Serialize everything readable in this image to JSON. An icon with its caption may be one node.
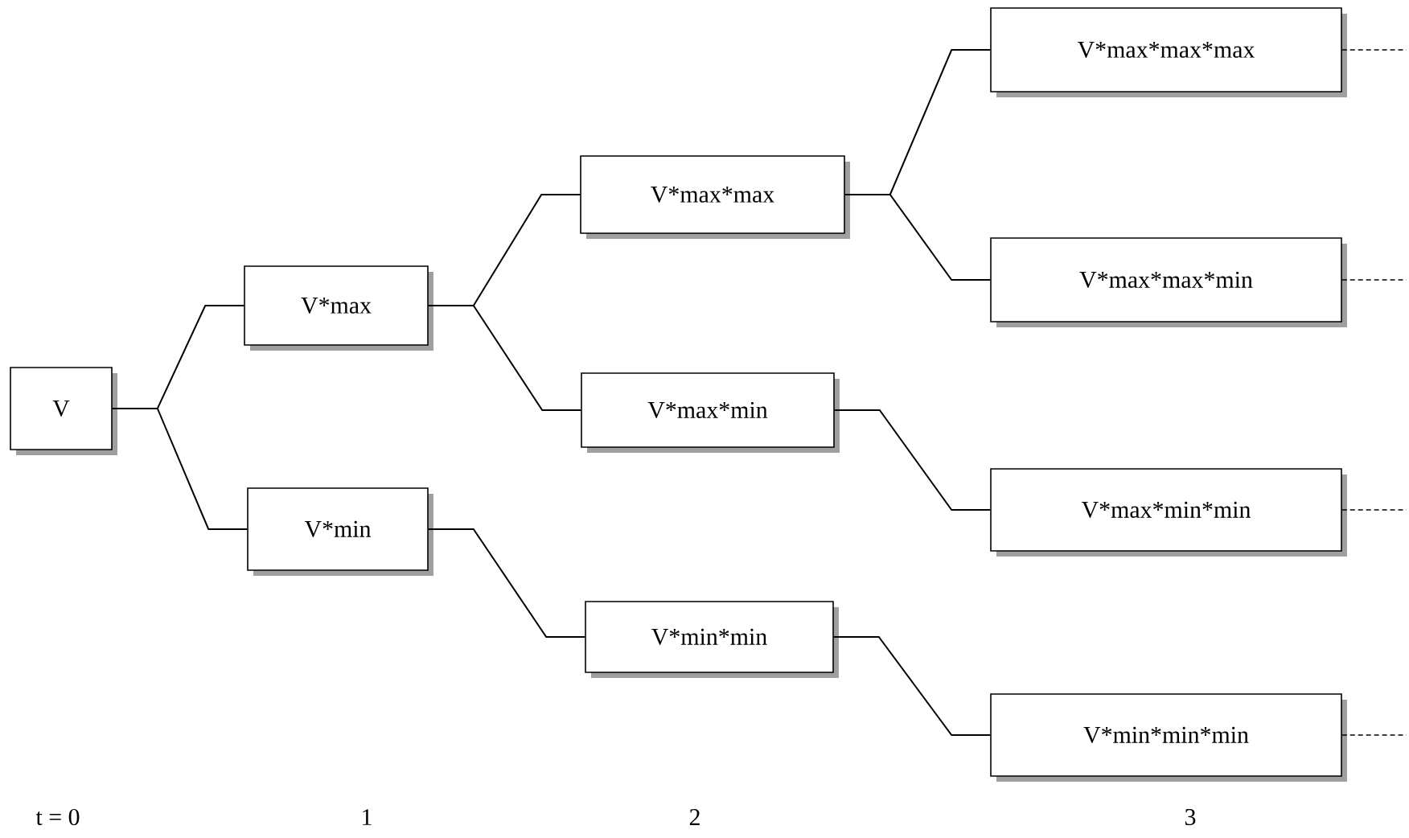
{
  "diagram": {
    "nodes": [
      {
        "text": [
          "V"
        ]
      },
      {
        "text": [
          "V*max"
        ]
      },
      {
        "text": [
          "V*min"
        ]
      },
      {
        "text": [
          "V*max*max"
        ]
      },
      {
        "text": [
          "V*max*min"
        ]
      },
      {
        "text": [
          "V*min*min"
        ]
      },
      {
        "text": [
          "V*max*max*max"
        ]
      },
      {
        "text": [
          "V*max*max*min"
        ]
      },
      {
        "text": [
          "V*max*min*min"
        ]
      },
      {
        "text": [
          "V*min*min*min"
        ]
      }
    ],
    "edges": [
      {
        "from": 0,
        "to": 1,
        "arrow": "none"
      },
      {
        "from": 0,
        "to": 2,
        "arrow": "none"
      },
      {
        "from": 1,
        "to": 3,
        "arrow": "none"
      },
      {
        "from": 1,
        "to": 4,
        "arrow": "none"
      },
      {
        "from": 2,
        "to": 5,
        "arrow": "none"
      },
      {
        "from": 3,
        "to": 6,
        "arrow": "none"
      },
      {
        "from": 3,
        "to": 7,
        "arrow": "none"
      },
      {
        "from": 4,
        "to": 8,
        "arrow": "none"
      },
      {
        "from": 5,
        "to": 9,
        "arrow": "none"
      },
      {
        "from": 6,
        "to": null,
        "arrow": "none",
        "style": "dashed"
      },
      {
        "from": 7,
        "to": null,
        "arrow": "none",
        "style": "dashed"
      },
      {
        "from": 8,
        "to": null,
        "arrow": "none",
        "style": "dashed"
      },
      {
        "from": 9,
        "to": null,
        "arrow": "none",
        "style": "dashed"
      }
    ],
    "labels": [
      "t = 0",
      "1",
      "2",
      "3"
    ]
  }
}
